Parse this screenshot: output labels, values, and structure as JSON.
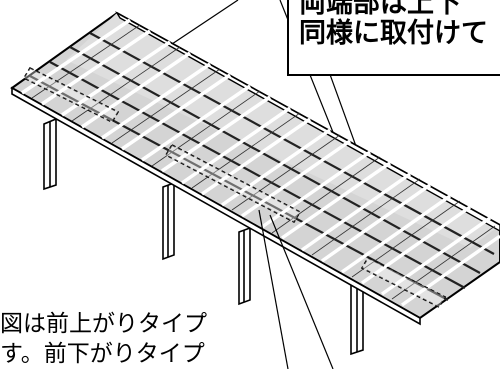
{
  "callout": {
    "line1": "両端部は上下",
    "line2": "同様に取付けて"
  },
  "note": {
    "line1": "図は前上がりタイプ",
    "line2": "す。前下がりタイプ"
  }
}
